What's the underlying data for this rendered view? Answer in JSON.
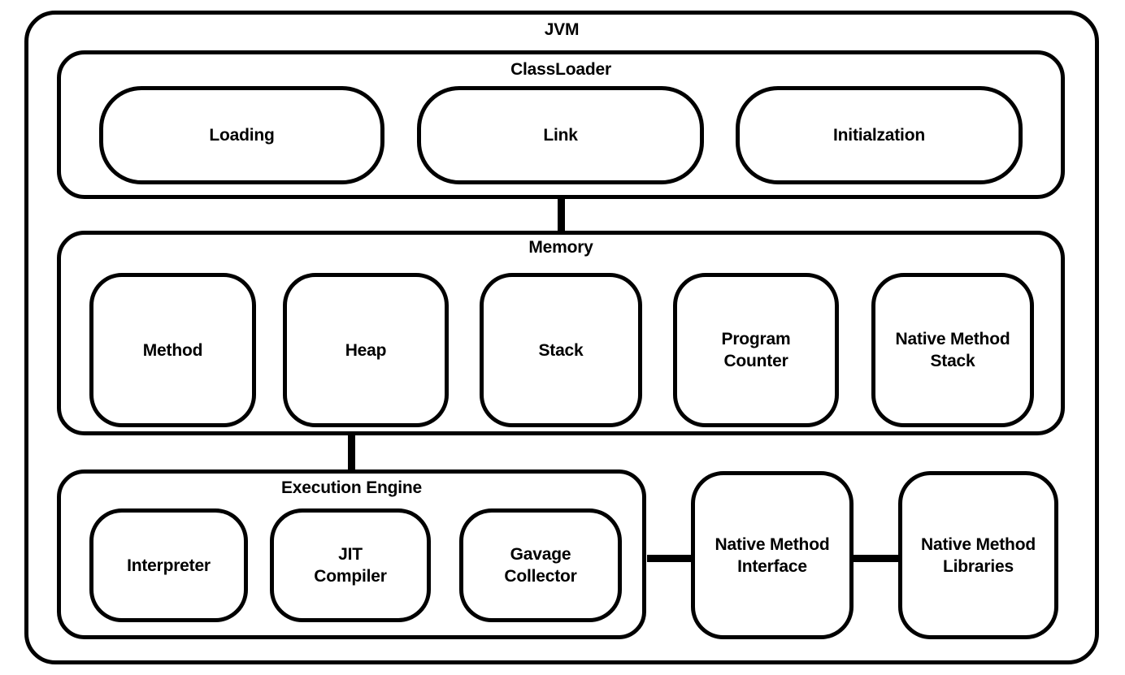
{
  "diagram": {
    "title": "JVM",
    "groups": {
      "classloader": {
        "title": "ClassLoader",
        "nodes": [
          {
            "label": "Loading"
          },
          {
            "label": "Link"
          },
          {
            "label": "Initialzation"
          }
        ]
      },
      "memory": {
        "title": "Memory",
        "nodes": [
          {
            "label": "Method"
          },
          {
            "label": "Heap"
          },
          {
            "label": "Stack"
          },
          {
            "label": "Program\nCounter"
          },
          {
            "label": "Native Method\nStack"
          }
        ]
      },
      "execution_engine": {
        "title": "Execution Engine",
        "nodes": [
          {
            "label": "Interpreter"
          },
          {
            "label": "JIT\nCompiler"
          },
          {
            "label": "Gavage\nCollector"
          }
        ]
      }
    },
    "native": [
      {
        "label": "Native Method\nInterface"
      },
      {
        "label": "Native Method\nLibraries"
      }
    ],
    "connectors": [
      {
        "name": "classloader-to-memory",
        "orientation": "vertical"
      },
      {
        "name": "memory-to-execution-engine",
        "orientation": "vertical"
      },
      {
        "name": "gavage-collector-to-native-method-interface",
        "orientation": "horizontal"
      },
      {
        "name": "native-method-interface-to-native-method-libraries",
        "orientation": "horizontal"
      }
    ],
    "colors": {
      "stroke": "#000000",
      "fill": "#ffffff",
      "text": "#000000"
    }
  }
}
